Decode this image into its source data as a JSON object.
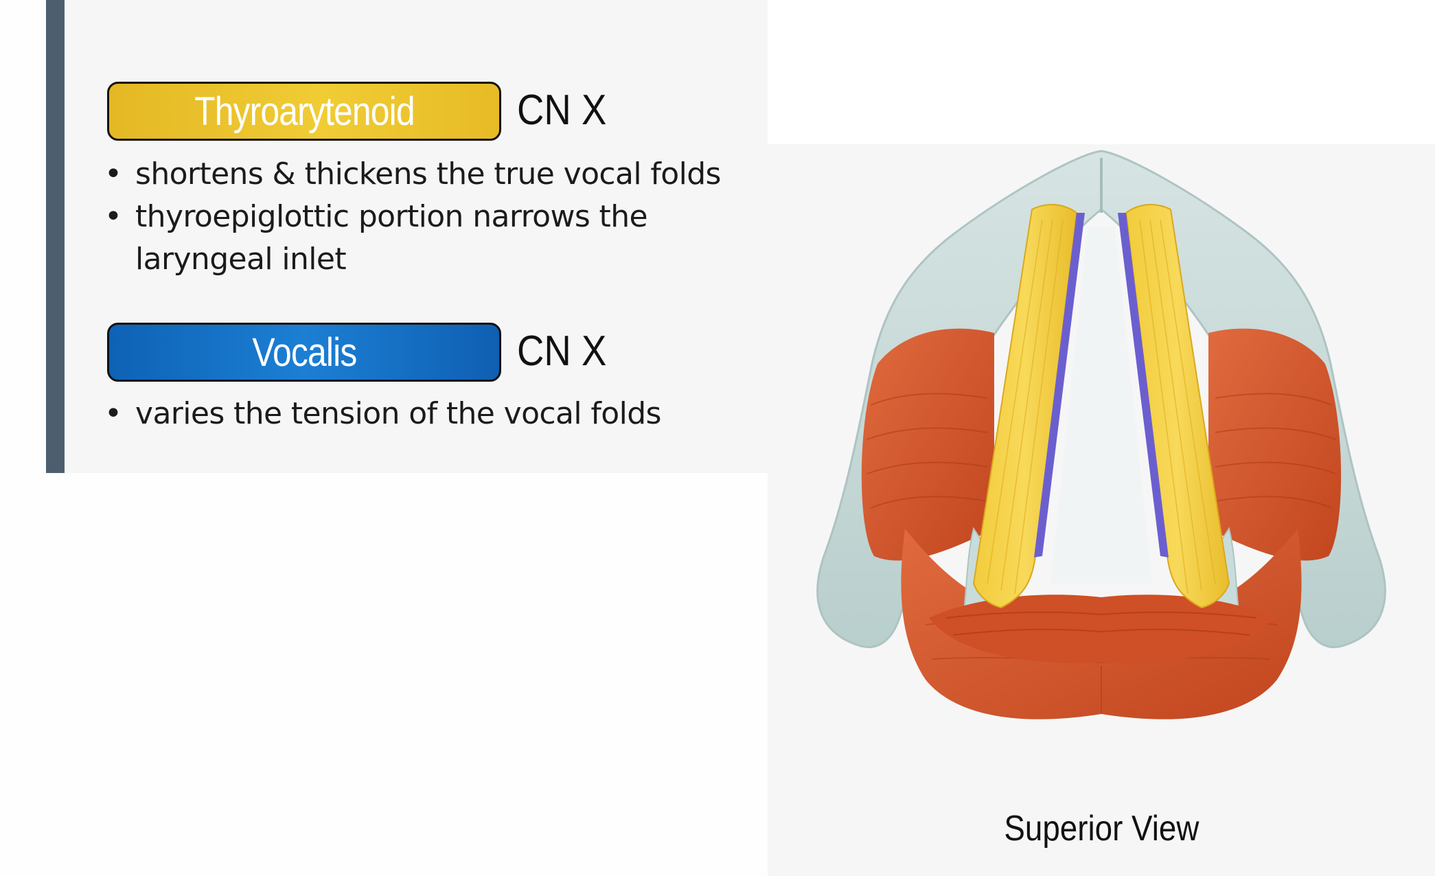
{
  "muscles": [
    {
      "name": "Thyroarytenoid",
      "nerve": "CN X",
      "color": "#e9c02c",
      "bullets": [
        "shortens & thickens the true vocal folds",
        "thyroepiglottic portion narrows the",
        "laryngeal inlet"
      ]
    },
    {
      "name": "Vocalis",
      "nerve": "CN X",
      "color": "#1670c4",
      "bullets": [
        "varies the tension of the vocal folds"
      ]
    }
  ],
  "figure": {
    "caption": "Superior View",
    "colors": {
      "cartilage": "#c9dcdc",
      "muscle_red": "#d4552b",
      "thyroarytenoid_yellow": "#f0c93a",
      "vocalis_purple": "#6b5fd0",
      "accent_bar": "#4d5f6e"
    }
  }
}
